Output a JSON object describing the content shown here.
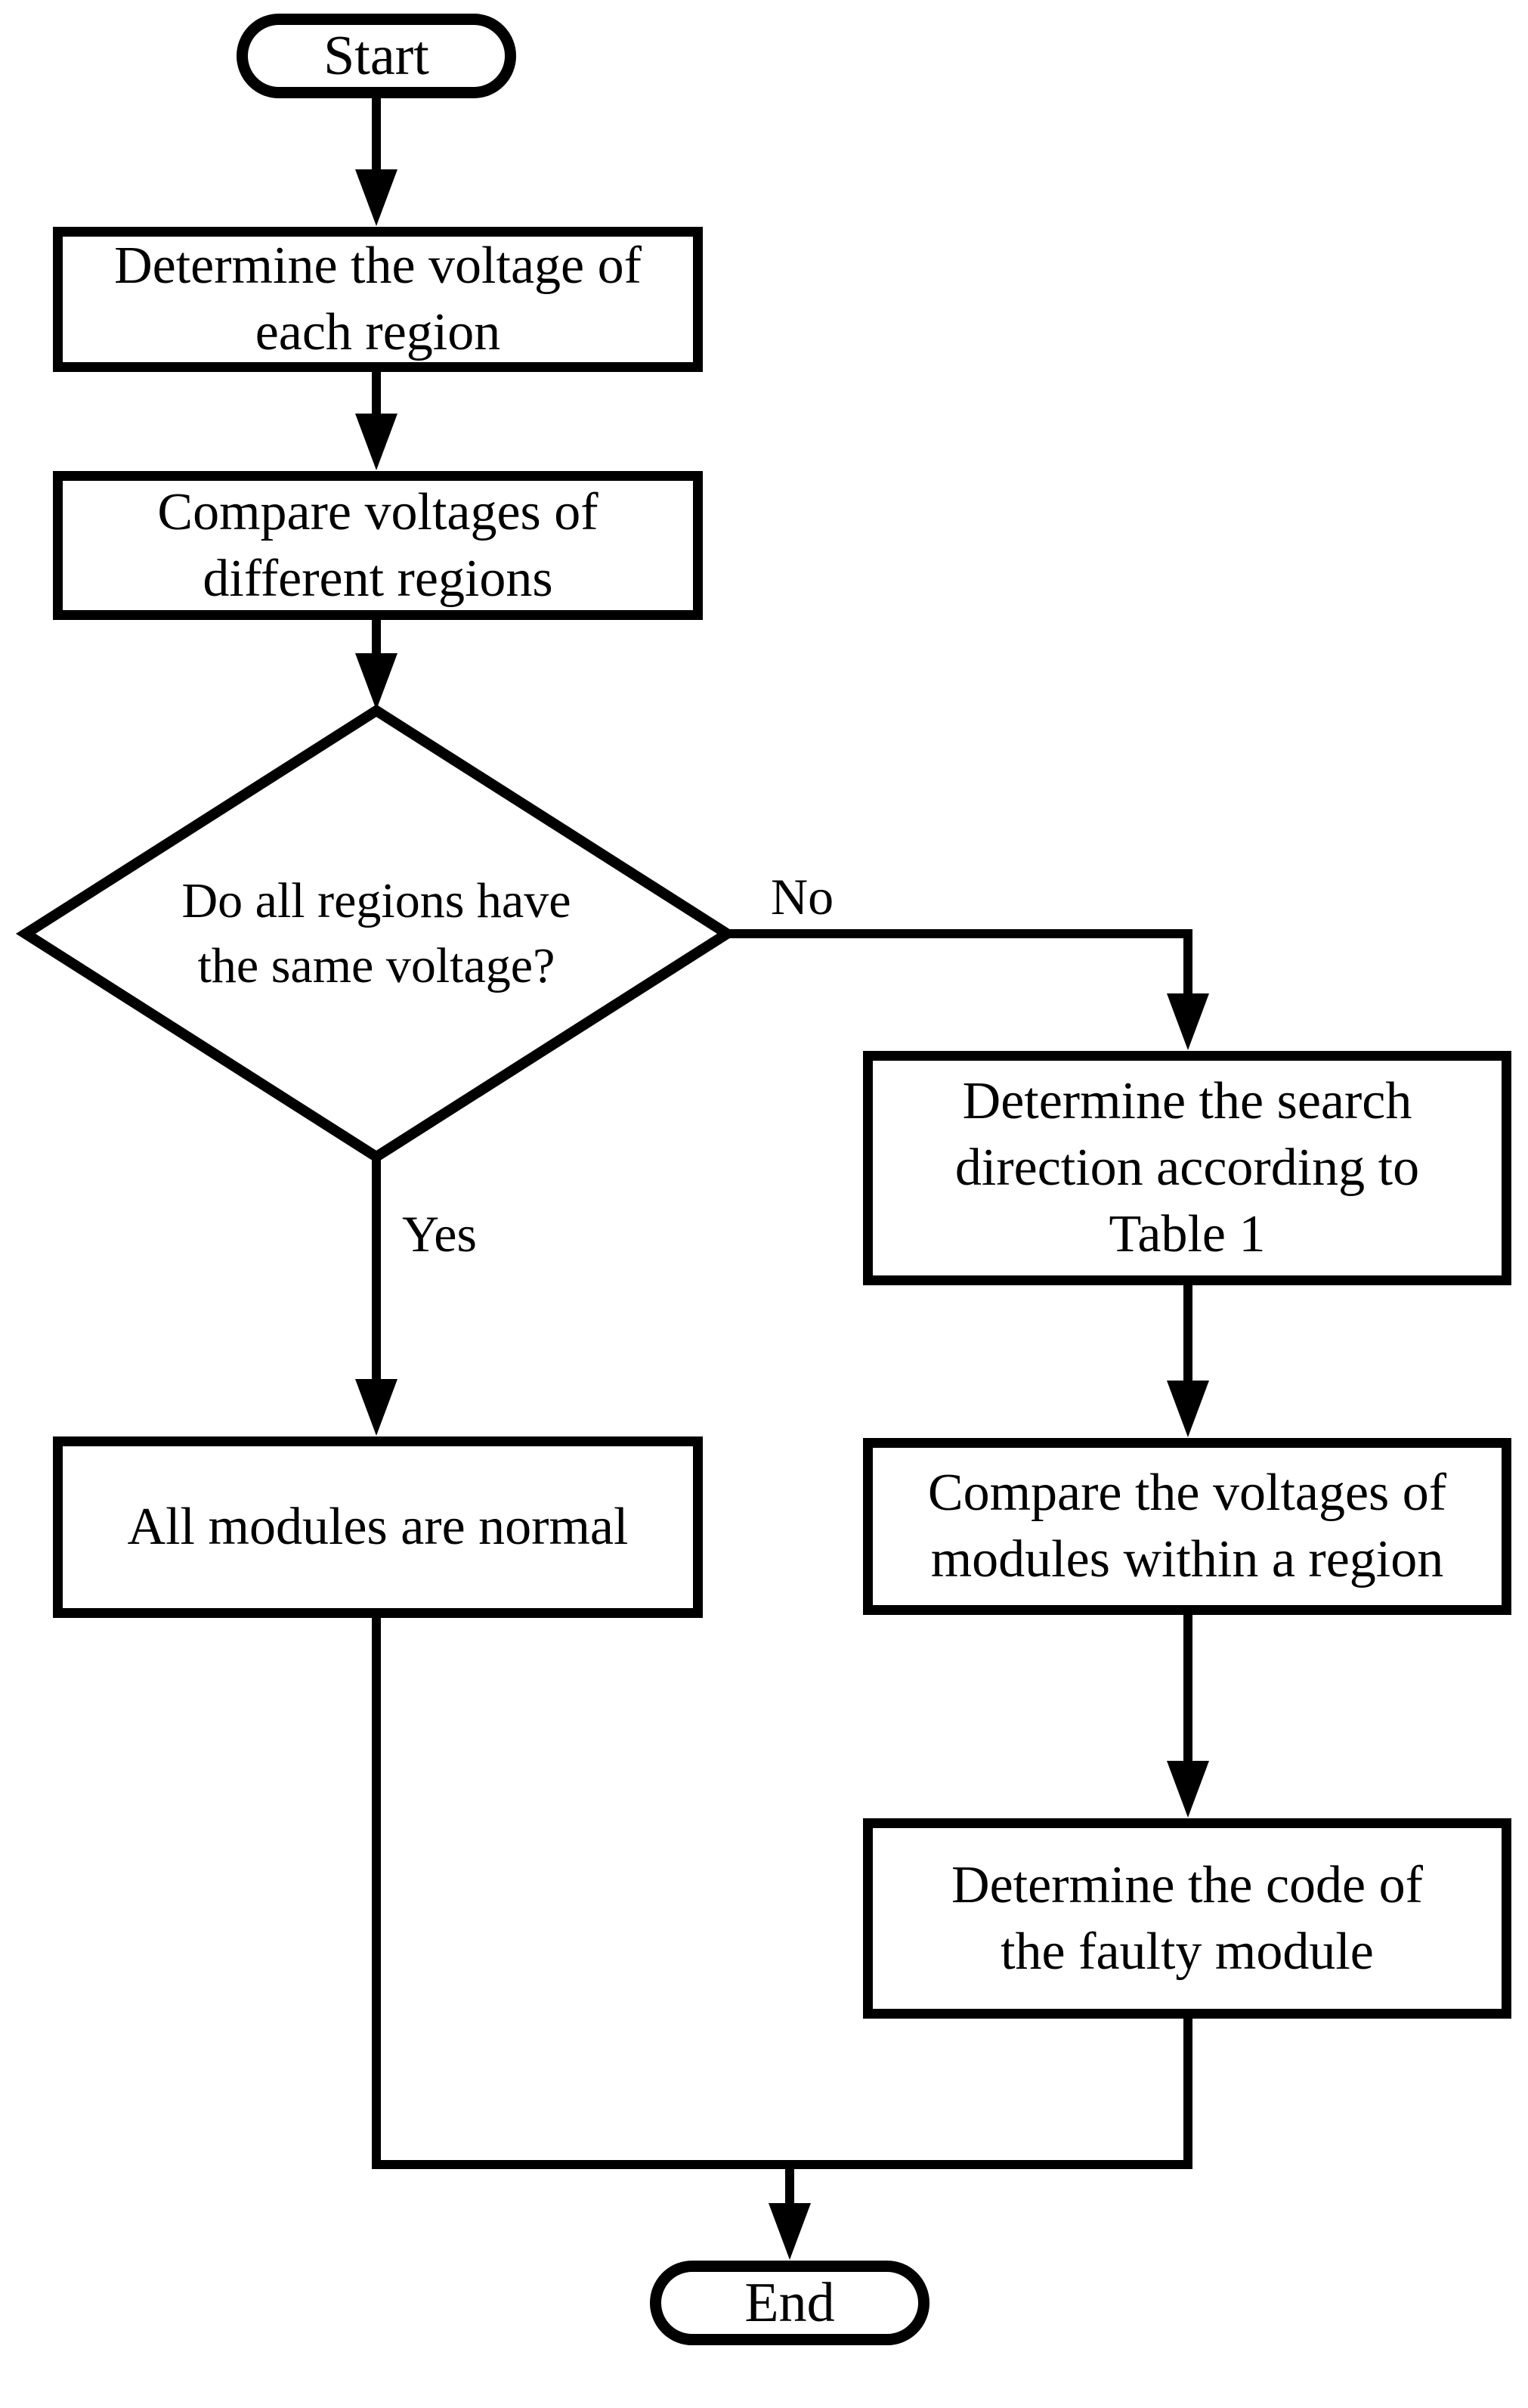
{
  "page": {
    "background_color": "#ffffff",
    "ink_color": "#000000"
  },
  "flowchart": {
    "type": "flowchart",
    "colors": {
      "line": "#000000",
      "node_fill": "#ffffff",
      "text": "#000000"
    },
    "nodes": {
      "start": {
        "shape": "terminal",
        "label": "Start"
      },
      "determine_voltage": {
        "shape": "process",
        "line1": "Determine the voltage of",
        "line2": "each region"
      },
      "compare_regions": {
        "shape": "process",
        "line1": "Compare voltages of",
        "line2": "different regions"
      },
      "same_voltage_decision": {
        "shape": "decision",
        "line1": "Do all regions have",
        "line2": "the same voltage?"
      },
      "search_direction": {
        "shape": "process",
        "line1": "Determine the search",
        "line2": "direction according to",
        "line3": "Table 1"
      },
      "all_modules_normal": {
        "shape": "process",
        "line1": "All modules are normal"
      },
      "compare_module_voltages": {
        "shape": "process",
        "line1": "Compare the voltages of",
        "line2": "modules within a region"
      },
      "faulty_module_code": {
        "shape": "process",
        "line1": "Determine the code of",
        "line2": "the faulty module"
      },
      "end": {
        "shape": "terminal",
        "label": "End"
      }
    },
    "branch_labels": {
      "no": "No",
      "yes": "Yes"
    }
  }
}
